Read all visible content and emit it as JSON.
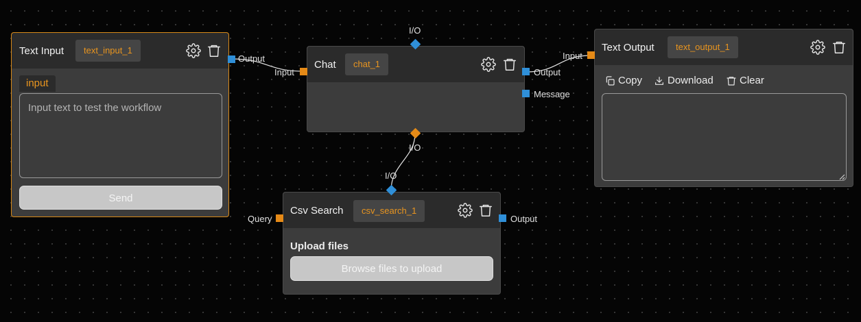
{
  "nodes": {
    "text_input": {
      "title": "Text Input",
      "id_label": "text_input_1",
      "field_tag": "input",
      "placeholder": "Input text to test the workflow",
      "send_label": "Send",
      "ports": {
        "output": "Output"
      }
    },
    "chat": {
      "title": "Chat",
      "id_label": "chat_1",
      "ports": {
        "top_io": "I/O",
        "bottom_io": "I/O",
        "input": "Input",
        "output": "Output",
        "message": "Message"
      }
    },
    "text_output": {
      "title": "Text Output",
      "id_label": "text_output_1",
      "ports": {
        "input": "Input"
      },
      "toolbar": {
        "copy": "Copy",
        "download": "Download",
        "clear": "Clear"
      }
    },
    "csv_search": {
      "title": "Csv Search",
      "id_label": "csv_search_1",
      "ports": {
        "io": "I/O",
        "query": "Query",
        "output": "Output"
      },
      "upload_label": "Upload files",
      "browse_label": "Browse files to upload"
    }
  },
  "icons": {
    "settings": "gear-icon",
    "delete": "trash-icon",
    "copy": "copy-icon",
    "download": "download-icon",
    "clear": "trash-icon"
  },
  "colors": {
    "canvas_bg": "#050505",
    "node_bg": "#3c3c3c",
    "header_bg": "#2b2b2b",
    "accent_orange": "#e58a17",
    "accent_blue": "#2f8fd8",
    "edge": "#e6e6e6"
  }
}
